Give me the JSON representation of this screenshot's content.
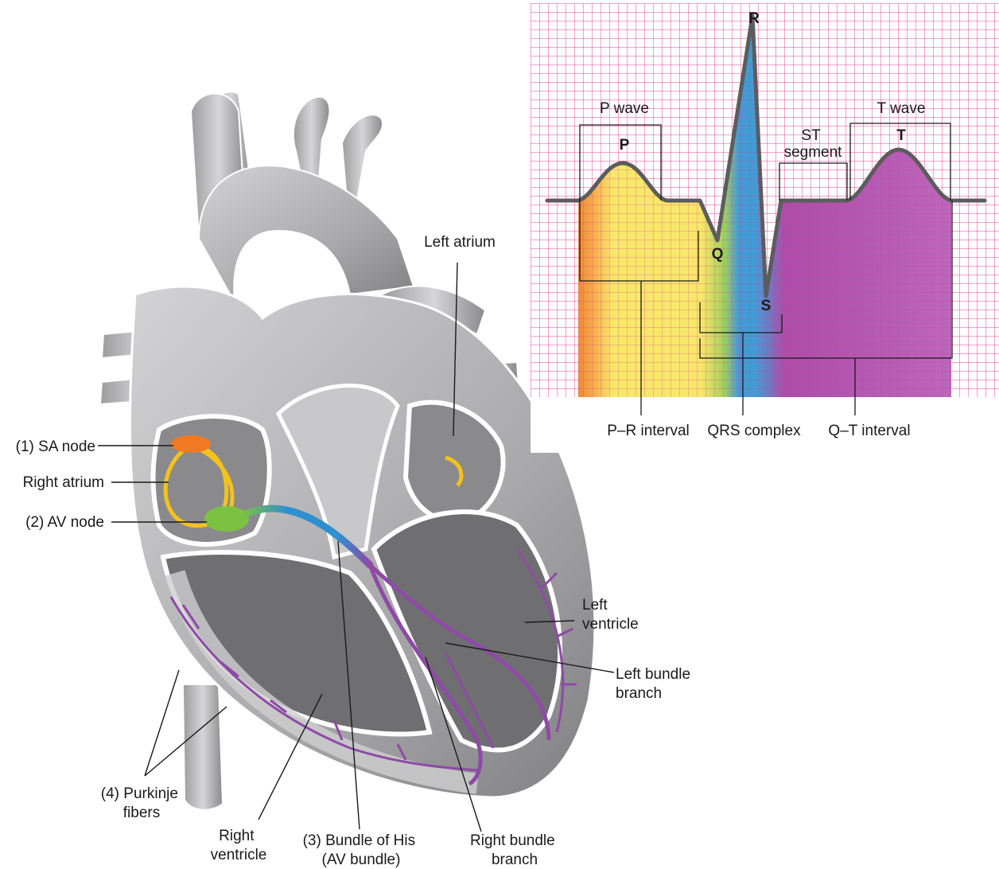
{
  "heart": {
    "labels": {
      "left_atrium": "Left atrium",
      "sa_node": "(1) SA node",
      "right_atrium": "Right atrium",
      "av_node": "(2) AV node",
      "left_ventricle": [
        "Left",
        "ventricle"
      ],
      "left_bundle_branch": [
        "Left bundle",
        "branch"
      ],
      "purkinje_fibers": [
        "(4) Purkinje",
        "fibers"
      ],
      "right_ventricle": [
        "Right",
        "ventricle"
      ],
      "bundle_of_his": [
        "(3) Bundle of His",
        "(AV bundle)"
      ],
      "right_bundle_branch": [
        "Right bundle",
        "branch"
      ]
    },
    "colors": {
      "tissue": "#b9b9bb",
      "tissue_dark": "#8e8e90",
      "chamber": "#6f6f72",
      "sa_node": "#f07a22",
      "av_node": "#7cc242",
      "pathway": "#f4c21c",
      "bundle_his": "#2f8fd0",
      "purkinje": "#8e4aa6"
    }
  },
  "ecg": {
    "wave_labels": {
      "p_wave": "P wave",
      "t_wave": "T wave",
      "st_segment": [
        "ST",
        "segment"
      ]
    },
    "peaks": {
      "p": "P",
      "q": "Q",
      "r": "R",
      "s": "S",
      "t": "T"
    },
    "intervals": {
      "pr": "P–R interval",
      "qrs": "QRS complex",
      "qt": "Q–T interval"
    },
    "colors": {
      "grid": "#e0479a",
      "trace": "#5c5c5e",
      "sa_band": "#f07a22",
      "atrial": "#f7e55a",
      "av": "#9ccc4a",
      "his": "#2f8fd0",
      "ventricular": "#a13aa0"
    }
  }
}
